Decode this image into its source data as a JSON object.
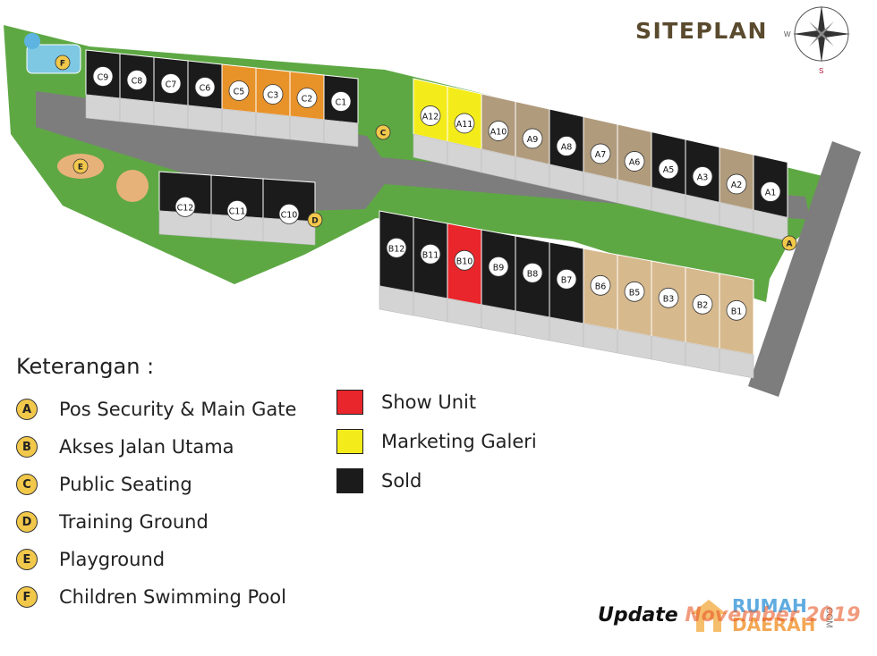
{
  "title": "SITEPLAN",
  "compass": {
    "west": "W",
    "south": "S"
  },
  "colors": {
    "sold": "#1b1b1b",
    "show_unit": "#e8262b",
    "marketing": "#f4ec1a",
    "available_a": "#b09b7c",
    "available_b": "#d7b98e",
    "available_c": "#e8922a",
    "road": "#7d7d7d",
    "parking": "#d4d4d4",
    "grass": "#4f9c3a",
    "badge": "#f2c84b"
  },
  "units_a": [
    {
      "id": "A12",
      "status": "marketing"
    },
    {
      "id": "A11",
      "status": "marketing"
    },
    {
      "id": "A10",
      "status": "available"
    },
    {
      "id": "A9",
      "status": "available"
    },
    {
      "id": "A8",
      "status": "sold"
    },
    {
      "id": "A7",
      "status": "available"
    },
    {
      "id": "A6",
      "status": "available"
    },
    {
      "id": "A5",
      "status": "sold"
    },
    {
      "id": "A3",
      "status": "sold"
    },
    {
      "id": "A2",
      "status": "available"
    },
    {
      "id": "A1",
      "status": "sold"
    }
  ],
  "units_b": [
    {
      "id": "B12",
      "status": "sold"
    },
    {
      "id": "B11",
      "status": "sold"
    },
    {
      "id": "B10",
      "status": "show_unit"
    },
    {
      "id": "B9",
      "status": "sold"
    },
    {
      "id": "B8",
      "status": "sold"
    },
    {
      "id": "B7",
      "status": "sold"
    },
    {
      "id": "B6",
      "status": "available"
    },
    {
      "id": "B5",
      "status": "available"
    },
    {
      "id": "B3",
      "status": "available"
    },
    {
      "id": "B2",
      "status": "available"
    },
    {
      "id": "B1",
      "status": "available"
    }
  ],
  "units_c_top": [
    {
      "id": "C9",
      "status": "sold"
    },
    {
      "id": "C8",
      "status": "sold"
    },
    {
      "id": "C7",
      "status": "sold"
    },
    {
      "id": "C6",
      "status": "sold"
    },
    {
      "id": "C5",
      "status": "available"
    },
    {
      "id": "C3",
      "status": "available"
    },
    {
      "id": "C2",
      "status": "available"
    },
    {
      "id": "C1",
      "status": "sold"
    }
  ],
  "units_c_bottom": [
    {
      "id": "C12",
      "status": "sold"
    },
    {
      "id": "C11",
      "status": "sold"
    },
    {
      "id": "C10",
      "status": "sold"
    }
  ],
  "facility_markers": [
    "A",
    "C",
    "D",
    "E",
    "F"
  ],
  "legend_heading": "Keterangan :",
  "legend": [
    {
      "badge": "A",
      "text": "Pos Security & Main Gate"
    },
    {
      "badge": "B",
      "text": "Akses Jalan Utama"
    },
    {
      "badge": "C",
      "text": "Public Seating"
    },
    {
      "badge": "D",
      "text": "Training Ground"
    },
    {
      "badge": "E",
      "text": "Playground"
    },
    {
      "badge": "F",
      "text": "Children Swimming Pool"
    }
  ],
  "status_key": [
    {
      "label": "Show Unit",
      "color": "#e8262b"
    },
    {
      "label": "Marketing Galeri",
      "color": "#f4ec1a"
    },
    {
      "label": "Sold",
      "color": "#1b1b1b"
    }
  ],
  "update_label": "Update",
  "update_rest": "November 2019",
  "watermark": {
    "line1": "RUMAH",
    "line2": "DAERAH",
    "suffix": ".COM"
  }
}
